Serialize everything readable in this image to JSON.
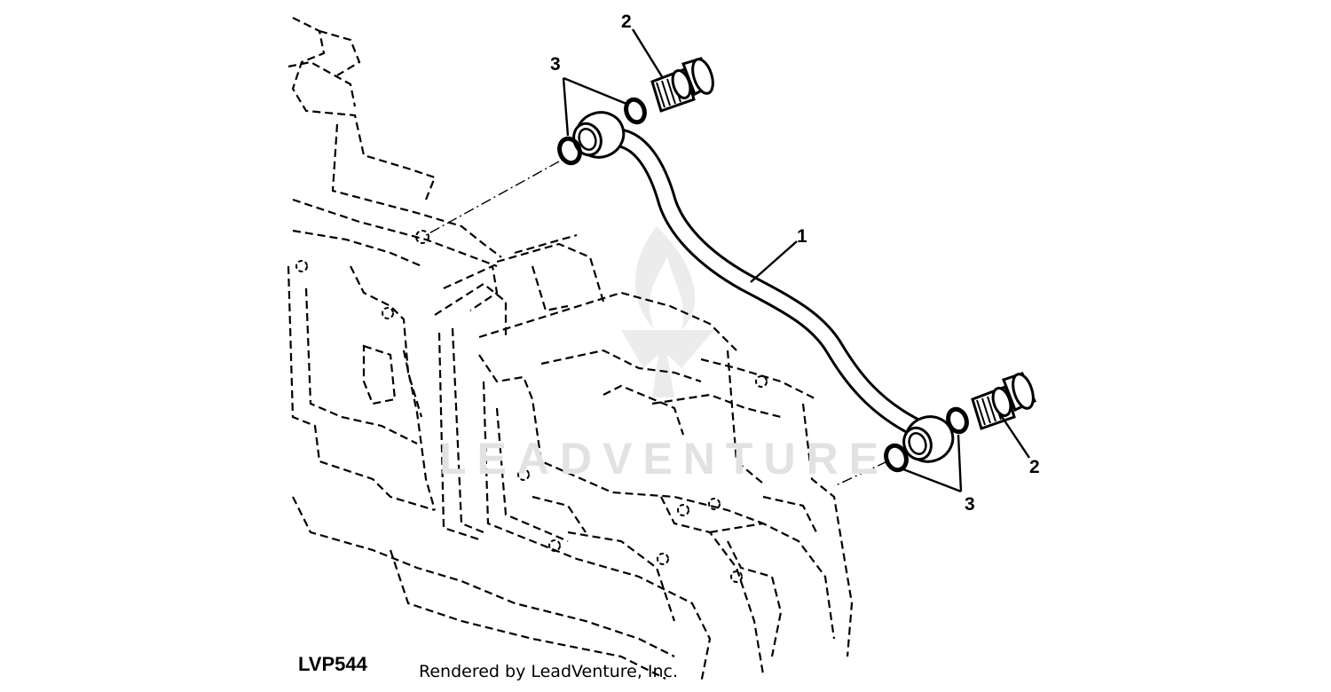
{
  "diagram": {
    "reference_code": "LVP544",
    "credit": "Rendered by LeadVenture, Inc.",
    "watermark": "LEADVENTURE",
    "callouts": {
      "part_1": "1",
      "part_2_top": "2",
      "part_2_bottom": "2",
      "part_3_top": "3",
      "part_3_bottom": "3"
    }
  }
}
